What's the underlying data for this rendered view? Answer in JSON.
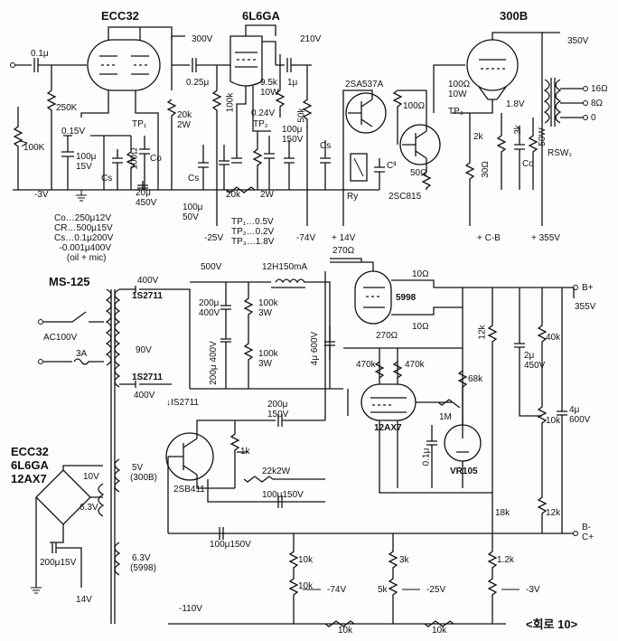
{
  "tubes": {
    "ecc32": "ECC32",
    "l6gga": "6L6GA",
    "b300": "300B",
    "ms125": "MS-125",
    "tube5998": "5998",
    "a12ax7": "12AX7",
    "vr105": "VR105",
    "ecc32b": "ECC32",
    "l6ggab": "6L6GA",
    "a12ax7b": "12AX7"
  },
  "voltages": {
    "v300": "300V",
    "v210": "210V",
    "v350": "350V",
    "v015": "0.15V",
    "v3neg": "-3V",
    "v25neg": "-25V",
    "v74neg": "-74V",
    "v14": "+ 14V",
    "vcb": "+ C-B",
    "v355": "+ 355V",
    "v400": "400V",
    "v500": "500V",
    "v90": "90V",
    "v400b": "400V",
    "vac": "AC100V",
    "v3a": "3A",
    "v355b": "355V",
    "v110neg": "-110V",
    "v74b": "-74V",
    "v25b": "-25V",
    "v3b": "-3V",
    "v10": "10V",
    "v63": "6.3V",
    "v14b": "14V",
    "v5": "5V",
    "v300b": "(300B)",
    "v63b": "6.3V",
    "v5998": "(5998)",
    "v18": "1.8V",
    "v024": "0.24V"
  },
  "components": {
    "c01": "0.1μ",
    "r250k": "250K",
    "r100k": "100K",
    "c100u15": "100μ\n15V",
    "cs": "Cs",
    "r100o": "100Ω",
    "co": "Co",
    "c20u": "20μ\n450V",
    "c025": "0.25μ",
    "r100k2": "100k",
    "r20k2w": "20k\n2W",
    "tp1": "TP₁",
    "tp2": "TP₂",
    "cs2": "Cs",
    "c100u50": "100μ\n50V",
    "r20k2w2": "20k",
    "r2w": "2W",
    "r95k": "9.5k\n10W",
    "c1u": "1μ",
    "r50k": "50k",
    "c100u150": "100μ\n150V",
    "cs3": "Cs",
    "q1": "2SA537A",
    "r100o2": "100Ω",
    "cii": "Cᴵᴵ",
    "r50o": "50Ω",
    "ry": "Ry",
    "q2": "2SC815",
    "r100o10w": "100Ω\n10W",
    "tp3": "TP₃",
    "r2k": "2k",
    "r30o": "30Ω",
    "co2": "Co",
    "r3k": "3k",
    "r50w": "50W",
    "rsw": "RSW₁",
    "o16": "16Ω",
    "o8": "8Ω",
    "o0": "0",
    "d1": "1S2711",
    "d2": "1S2711",
    "d3": "↓IS2711",
    "c200u400": "200μ\n400V",
    "c200u400b": "200μ 400V",
    "r100k3w": "100k\n3W",
    "r100k3w2": "100k\n3W",
    "choke": "12H150mA",
    "r270": "270Ω",
    "c4u600": "4μ 600V",
    "r270b": "270Ω",
    "r10o": "10Ω",
    "r10o2": "10Ω",
    "r470k": "470k",
    "r470k2": "470k",
    "r68k": "68k",
    "r12k": "12k",
    "c2u450": "2μ\n450V",
    "r40k": "40k",
    "r10k": "10k",
    "c4u600b": "4μ\n600V",
    "r1m": "1M",
    "c01b": "0.1μ",
    "c200u150": "200μ\n150V",
    "r1k": "1k",
    "q3": "2SB411",
    "r22k2w": "22k2W",
    "c100150": "100μ150V",
    "c100150b": "100μ150V",
    "r18k": "18k",
    "r12k2": "12k",
    "r10kb": "10k",
    "r10kc": "10k",
    "r3k2": "3k",
    "r5k": "5k",
    "r12kc": "1.2k",
    "r10kd": "10k",
    "r10ke": "10k",
    "c200u15": "200μ15V"
  },
  "notes": {
    "tpvals": "TP₁…0.5V\nTP₂…0.2V\nTP₃…1.8V",
    "co_note": "Co…250μ12V\nCR…500μ15V\nCs…0.1μ200V\n  -0.001μ400V\n     (oil + mic)",
    "bplus": "B+",
    "bminus": "B-\nC+",
    "caption": "<회로 10>"
  }
}
